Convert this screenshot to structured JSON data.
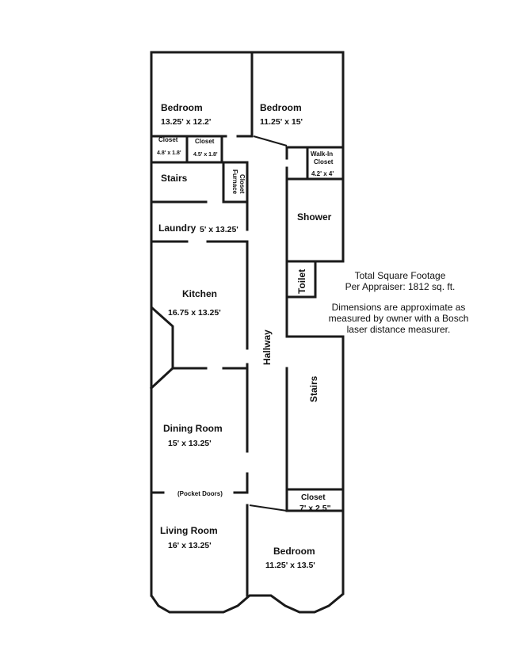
{
  "rooms": {
    "bedroom1": {
      "name": "Bedroom",
      "dims": "13.25' x 12.2'"
    },
    "bedroom2": {
      "name": "Bedroom",
      "dims": "11.25' x 15'"
    },
    "closet1": {
      "name": "Closet",
      "dims": "4.8' x 1.8'"
    },
    "closet2": {
      "name": "Closet",
      "dims": "4.5' x 1.8'"
    },
    "walkin": {
      "name_line1": "Walk-In",
      "name_line2": "Closet",
      "dims": "4.2' x 4'"
    },
    "stairs1": {
      "name": "Stairs"
    },
    "furnace": {
      "name_line1": "Furnace",
      "name_line2": "Closet"
    },
    "shower": {
      "name": "Shower"
    },
    "laundry": {
      "name": "Laundry",
      "dims": "5' x 13.25'"
    },
    "toilet": {
      "name": "Toilet"
    },
    "kitchen": {
      "name": "Kitchen",
      "dims": "16.75 x 13.25'"
    },
    "hallway": {
      "name": "Hallway"
    },
    "stairs2": {
      "name": "Stairs"
    },
    "dining": {
      "name": "Dining Room",
      "dims": "15' x 13.25'"
    },
    "pocket": {
      "name": "(Pocket Doors)"
    },
    "closet3": {
      "name": "Closet",
      "dims": "7' x 2.5\""
    },
    "living": {
      "name": "Living Room",
      "dims": "16' x 13.25'"
    },
    "bedroom3": {
      "name": "Bedroom",
      "dims": "11.25' x 13.5'"
    }
  },
  "notes": {
    "footage_line1": "Total Square Footage",
    "footage_line2": "Per Appraiser:  1812 sq. ft.",
    "disclaimer_line1": "Dimensions are approximate as",
    "disclaimer_line2": "measured by owner with a Bosch",
    "disclaimer_line3": "laser distance measurer."
  }
}
